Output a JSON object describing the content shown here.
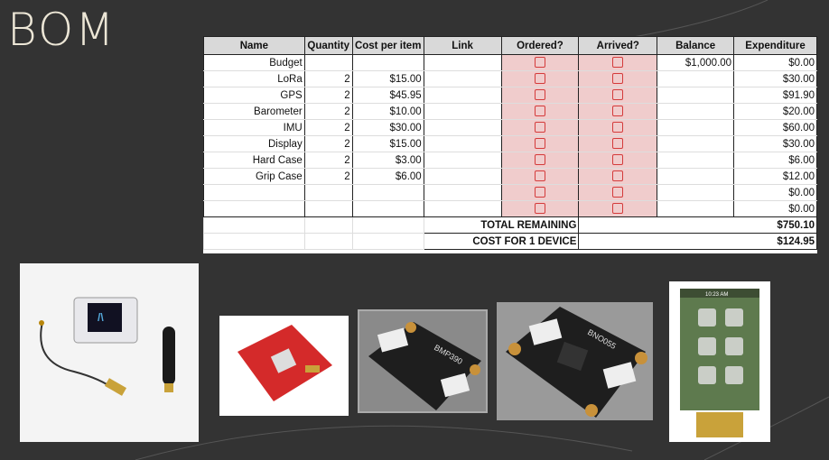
{
  "slide": {
    "title": "BOM"
  },
  "table": {
    "headers": [
      "Name",
      "Quantity",
      "Cost per item",
      "Link",
      "Ordered?",
      "Arrived?",
      "Balance",
      "Expenditure"
    ],
    "rows": [
      {
        "name": "Budget",
        "qty": "",
        "cost": "",
        "link": "",
        "ordered": false,
        "arrived": false,
        "balance": "$1,000.00",
        "exp": "$0.00"
      },
      {
        "name": "LoRa",
        "qty": "2",
        "cost": "$15.00",
        "link": "",
        "ordered": false,
        "arrived": false,
        "balance": "",
        "exp": "$30.00"
      },
      {
        "name": "GPS",
        "qty": "2",
        "cost": "$45.95",
        "link": "",
        "ordered": false,
        "arrived": false,
        "balance": "",
        "exp": "$91.90"
      },
      {
        "name": "Barometer",
        "qty": "2",
        "cost": "$10.00",
        "link": "",
        "ordered": false,
        "arrived": false,
        "balance": "",
        "exp": "$20.00"
      },
      {
        "name": "IMU",
        "qty": "2",
        "cost": "$30.00",
        "link": "",
        "ordered": false,
        "arrived": false,
        "balance": "",
        "exp": "$60.00"
      },
      {
        "name": "Display",
        "qty": "2",
        "cost": "$15.00",
        "link": "",
        "ordered": false,
        "arrived": false,
        "balance": "",
        "exp": "$30.00"
      },
      {
        "name": "Hard Case",
        "qty": "2",
        "cost": "$3.00",
        "link": "",
        "ordered": false,
        "arrived": false,
        "balance": "",
        "exp": "$6.00"
      },
      {
        "name": "Grip Case",
        "qty": "2",
        "cost": "$6.00",
        "link": "",
        "ordered": false,
        "arrived": false,
        "balance": "",
        "exp": "$12.00"
      },
      {
        "name": "",
        "qty": "",
        "cost": "",
        "link": "",
        "ordered": false,
        "arrived": false,
        "balance": "",
        "exp": "$0.00"
      },
      {
        "name": "",
        "qty": "",
        "cost": "",
        "link": "",
        "ordered": false,
        "arrived": false,
        "balance": "",
        "exp": "$0.00"
      }
    ],
    "totals": [
      {
        "label": "TOTAL REMAINING",
        "value": "$750.10"
      },
      {
        "label": "COST FOR 1 DEVICE",
        "value": "$124.95"
      }
    ]
  },
  "photos": {
    "bmp_label": "BMP390",
    "bno_label": "BNO055",
    "display_time": "10:23 AM"
  },
  "colors": {
    "background": "#333333",
    "checkbox": "#d43b3b",
    "checkbox_bg": "#f0cccc"
  }
}
